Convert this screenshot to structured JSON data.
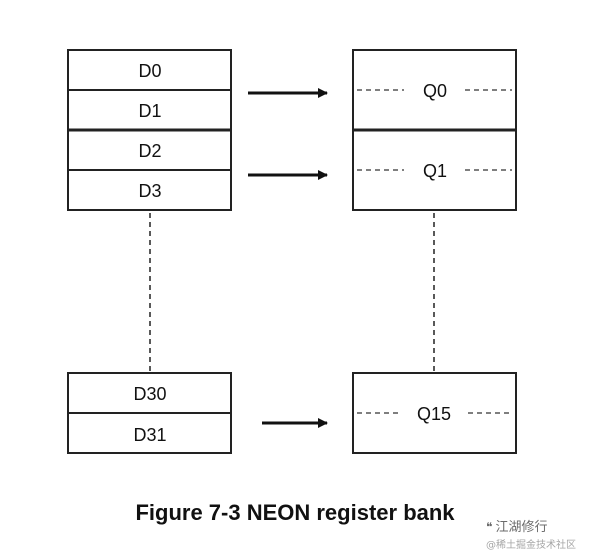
{
  "figure": {
    "d_registers": [
      "D0",
      "D1",
      "D2",
      "D3"
    ],
    "d_registers_bottom": [
      "D30",
      "D31"
    ],
    "q_registers": [
      "Q0",
      "Q1"
    ],
    "q_registers_bottom": [
      "Q15"
    ],
    "caption": "Figure 7-3 NEON register bank"
  },
  "watermark": {
    "icon": "wechat-bubble-icon",
    "line1": "江湖修行",
    "line2": "@稀土掘金技术社区"
  },
  "colors": {
    "stroke": "#222222",
    "text": "#111111",
    "background": "#ffffff"
  }
}
